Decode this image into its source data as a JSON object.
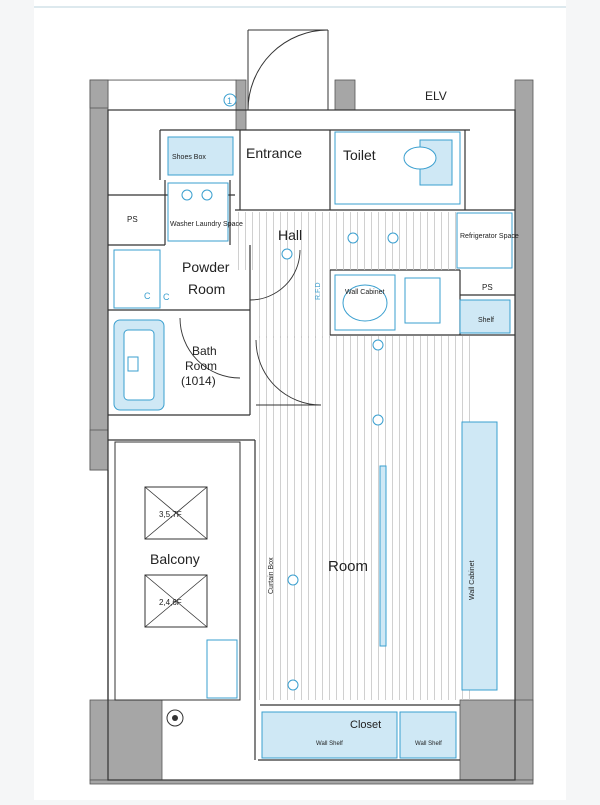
{
  "labels": {
    "elv": "ELV",
    "entrance": "Entrance",
    "toilet": "Toilet",
    "shoes_box": "Shoes Box",
    "washer_laundry": "Washer Laundry Space",
    "ps": "PS",
    "hall": "Hall",
    "refrigerator": "Refrigerator Space",
    "powder_line1": "Powder",
    "powder_line2": "Room",
    "wall_cabinet": "Wall Cabinet",
    "ps2": "PS",
    "shelf": "Shelf",
    "bath_line1": "Bath",
    "bath_line2": "Room",
    "bath_line3": "(1014)",
    "balcony": "Balcony",
    "floors_a": "3,5,7F",
    "floors_b": "2,4,6F",
    "curtain_box": "Curtain Box",
    "room": "Room",
    "wall_cabinet_right": "Wall Cabinet",
    "closet": "Closet",
    "wall_shelf_1": "Wall Shelf",
    "wall_shelf_2": "Wall Shelf",
    "door_number": "1",
    "cell_c1": "C",
    "cell_c2": "C",
    "vertical_rf": "R.F.D"
  },
  "colors": {
    "wall": "#a6a6a6",
    "line": "#333333",
    "fixture": "#3a9fcf",
    "fixture_fill": "#cfe8f5",
    "floor_line": "#bdbdbd"
  }
}
